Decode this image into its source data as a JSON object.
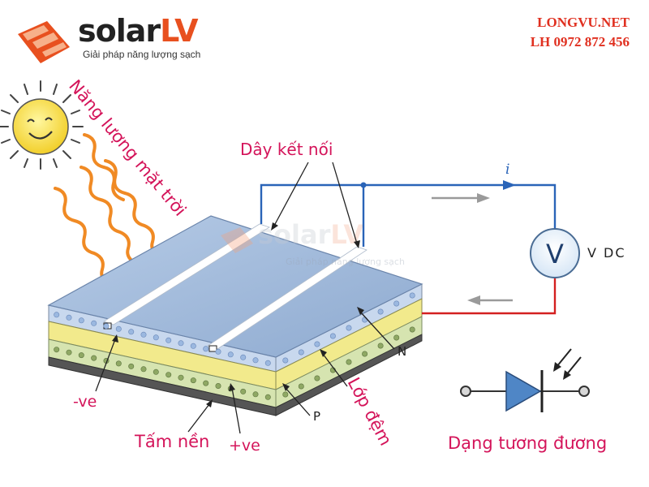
{
  "brand": {
    "name_main": "solar",
    "name_accent": "LV",
    "tagline": "Giải pháp năng lượng sạch"
  },
  "contact": {
    "website": "LONGVU.NET",
    "phone": "LH 0972 872 456"
  },
  "diagram": {
    "sunlight_label": "Năng lượng mặt trời",
    "wire_label": "Dây kết nối",
    "current_label": "i",
    "meter_symbol": "V",
    "meter_unit": "V DC",
    "n_layer_label": "N",
    "p_layer_label": "P",
    "buffer_label": "Lớp đệm",
    "negative_label": "-ve",
    "positive_label": "+ve",
    "substrate_label": "Tấm nền",
    "equivalent_label": "Dạng tương đương"
  },
  "colors": {
    "brand_orange": "#e8501f",
    "label_pink": "#d4145a",
    "contact_red": "#e03020",
    "wire_blue": "#2a64b8",
    "wire_red": "#d42020",
    "wave_orange": "#f08a24",
    "sun_yellow": "#f7e24a",
    "cell_top": "#9fb8d8",
    "n_layer": "#c8d8ee",
    "buffer_layer": "#f2ea8c",
    "p_layer": "#d6e4b0"
  }
}
